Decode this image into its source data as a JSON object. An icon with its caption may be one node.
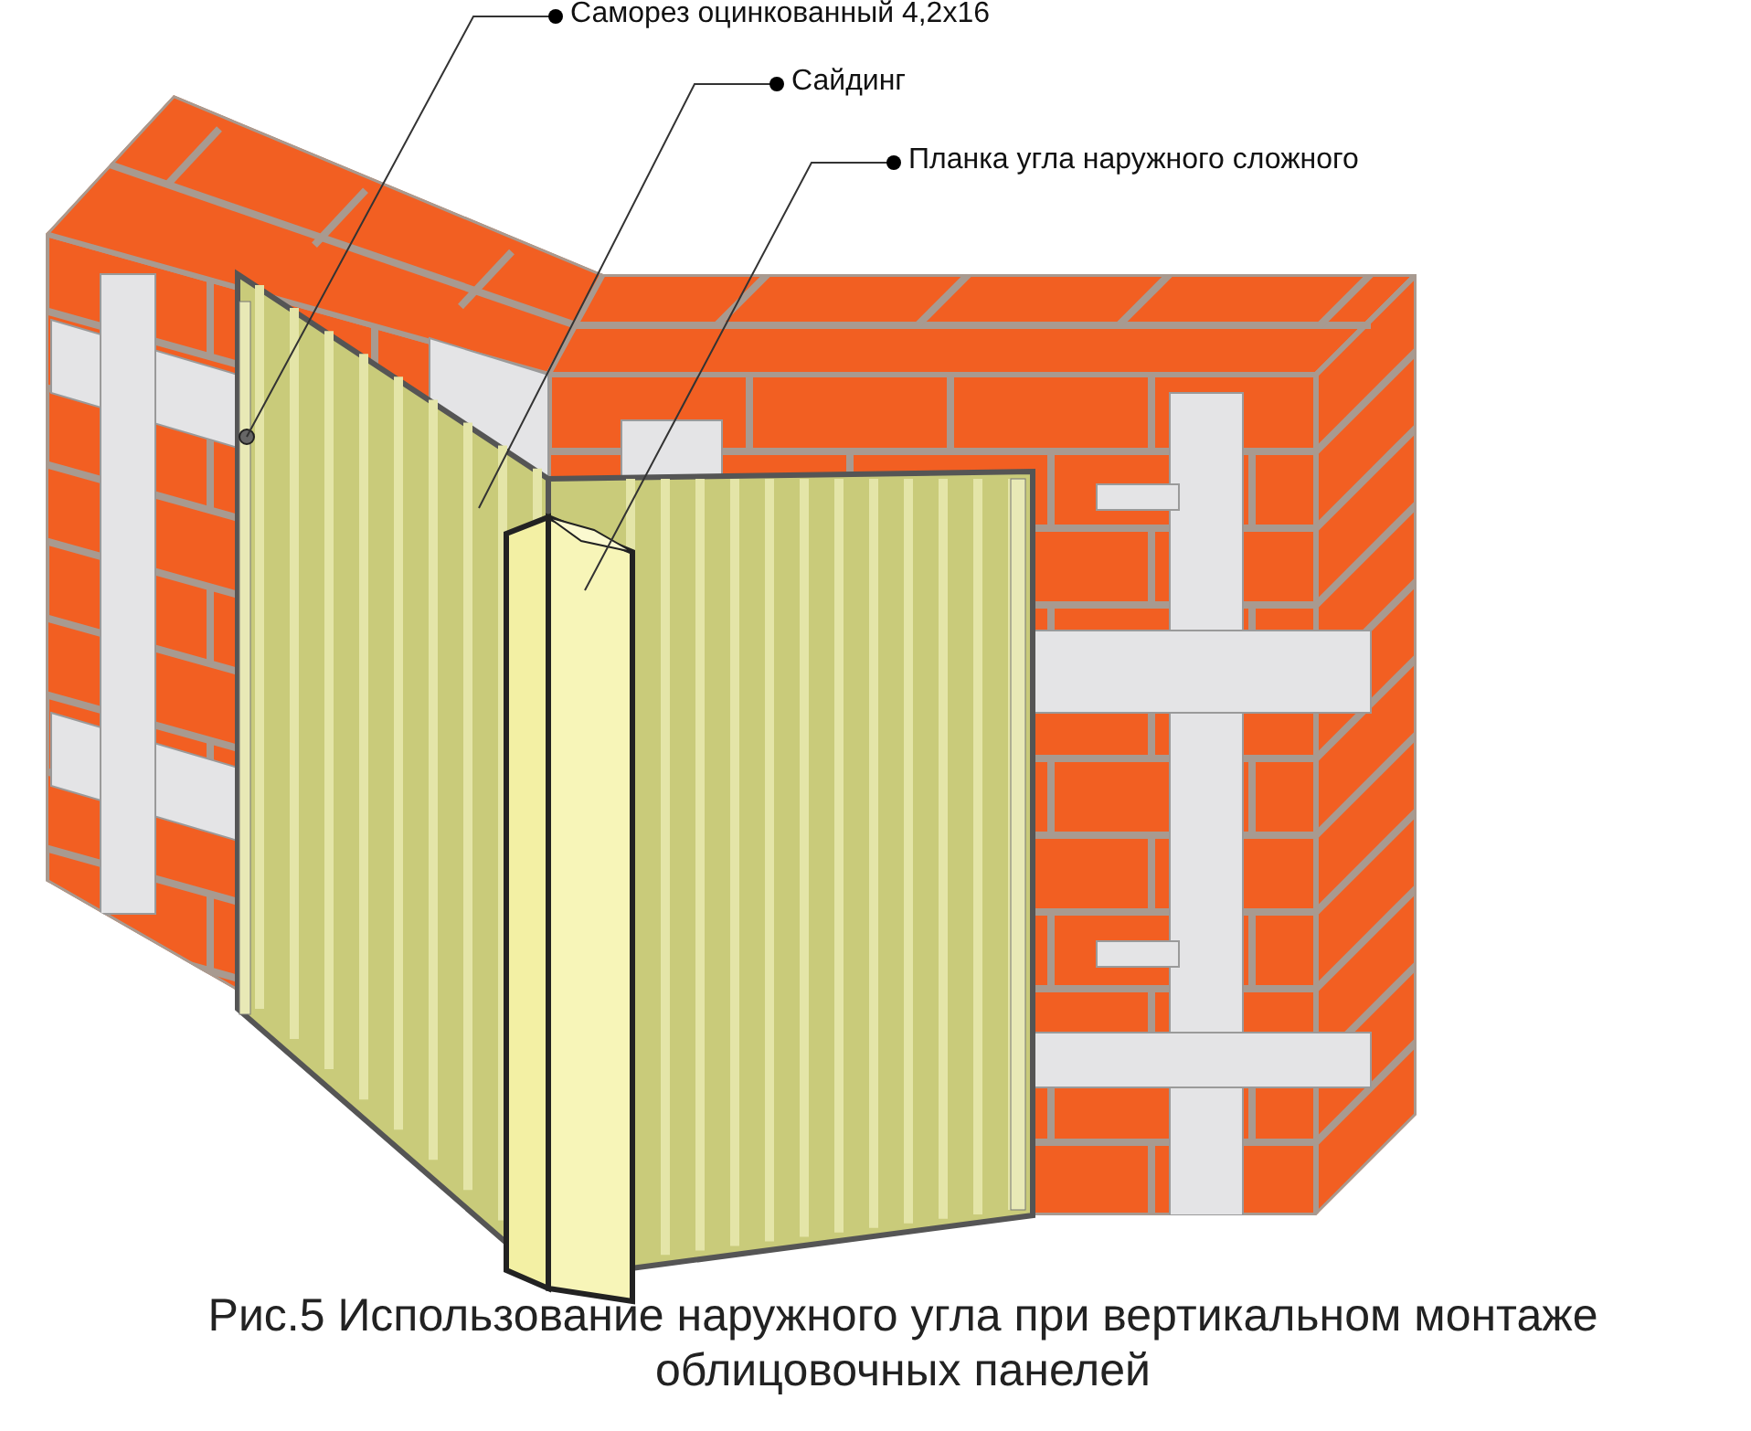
{
  "diagram": {
    "caption": "Рис.5  Использование наружного угла при вертикальном монтаже облицовочных панелей",
    "nodes": [
      {
        "text": [
          "Саморез оцинкованный 4,2х16"
        ]
      },
      {
        "text": [
          "Сайдинг"
        ]
      },
      {
        "text": [
          "Планка угла наружного сложного"
        ]
      },
      {
        "text": [],
        "shape": "circle",
        "in": 4
      },
      {
        "text": [],
        "shape": "picture"
      },
      {
        "text": [],
        "shape": "picture",
        "in": 4
      }
    ],
    "edges": [
      {
        "from": 0,
        "to": 3,
        "arrow": "other"
      },
      {
        "from": 1,
        "to": 4,
        "arrow": "other"
      },
      {
        "from": 2,
        "to": 5,
        "arrow": "other"
      }
    ]
  }
}
